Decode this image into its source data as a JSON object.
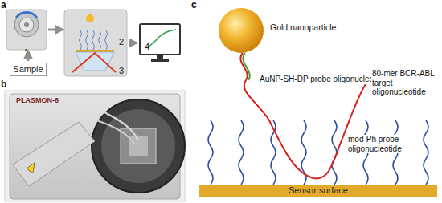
{
  "diagram": {
    "nodes": [
      {
        "text": [
          "1"
        ]
      },
      {
        "text": [
          "Sample"
        ]
      },
      {
        "text": [
          "2",
          "3"
        ]
      },
      {
        "text": [
          "4"
        ]
      },
      {
        "text": [
          "Sensor surface"
        ]
      }
    ],
    "edges": [
      {
        "from": 1,
        "to": 0,
        "arrow": "to"
      },
      {
        "from": 0,
        "to": 2,
        "arrow": "to"
      },
      {
        "from": 2,
        "to": 3,
        "arrow": "to"
      }
    ],
    "labels": [
      "a",
      "b",
      "c",
      "PLASMON-6",
      "Gold nanoparticle",
      "AuNP-SH-DP probe oligonucleotide",
      "80-mer BCR-ABL target oligonucleotide",
      "mod-Ph probe oligonucleotide"
    ]
  }
}
